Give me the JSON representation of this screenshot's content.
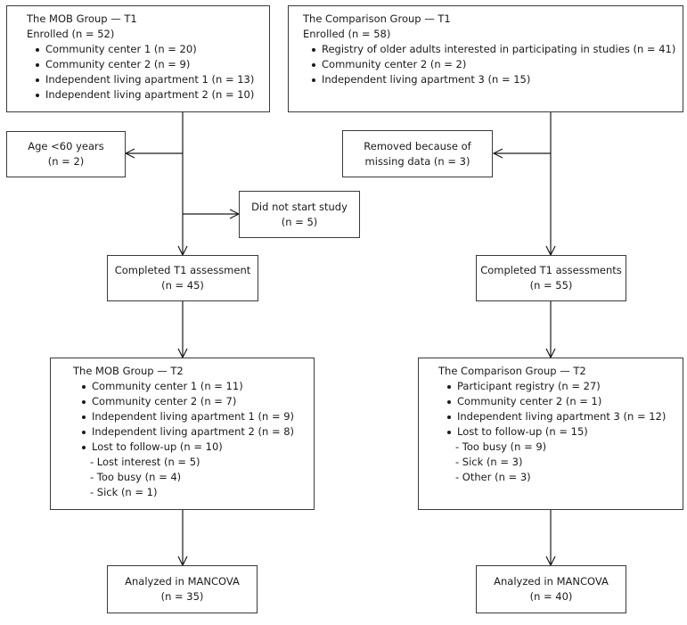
{
  "mob": {
    "t1": {
      "title": "The MOB Group — T1",
      "enrolled": "Enrolled (n = 52)",
      "items": [
        "Community center 1 (n = 20)",
        "Community center 2 (n = 9)",
        "Independent living apartment 1 (n = 13)",
        "Independent living apartment 2 (n = 10)"
      ]
    },
    "excluded_age": [
      "Age <60 years",
      "(n = 2)"
    ],
    "did_not_start": [
      "Did not start study",
      "(n = 5)"
    ],
    "completed_t1": [
      "Completed T1 assessment",
      "(n = 45)"
    ],
    "t2": {
      "title": "The MOB Group — T2",
      "items": [
        "Community center  1 (n = 11)",
        "Community center 2 (n = 7)",
        "Independent living apartment 1 (n = 9)",
        "Independent living apartment 2 (n = 8)",
        "Lost to follow-up (n = 10)"
      ],
      "sub_items": [
        "- Lost interest (n = 5)",
        "- Too busy (n = 4)",
        "- Sick (n = 1)"
      ]
    },
    "analyzed": [
      "Analyzed in MANCOVA",
      "(n = 35)"
    ]
  },
  "comparison": {
    "t1": {
      "title": "The Comparison Group — T1",
      "enrolled": "Enrolled (n = 58)",
      "items": [
        "Registry of older adults interested in participating in studies (n = 41)",
        "Community center 2 (n = 2)",
        "Independent living apartment 3 (n = 15)"
      ]
    },
    "removed": [
      "Removed because of",
      "missing data (n = 3)"
    ],
    "completed_t1": [
      "Completed T1 assessments",
      "(n = 55)"
    ],
    "t2": {
      "title": "The Comparison Group — T2",
      "items": [
        "Participant registry (n = 27)",
        "Community center 2 (n = 1)",
        "Independent living apartment 3 (n = 12)",
        "Lost to follow-up (n = 15)"
      ],
      "sub_items": [
        "- Too busy (n = 9)",
        "- Sick (n = 3)",
        "- Other (n = 3)"
      ]
    },
    "analyzed": [
      "Analyzed in MANCOVA",
      "(n = 40)"
    ]
  }
}
